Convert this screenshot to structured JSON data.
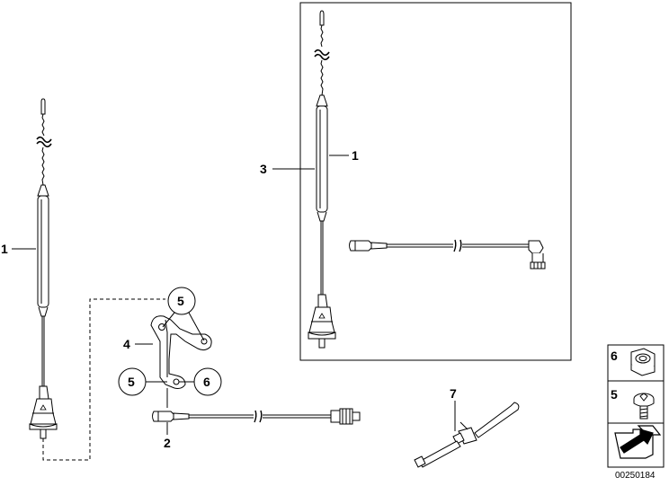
{
  "diagram": {
    "labels": {
      "left_antenna": "1",
      "kit_antenna": "1",
      "kit": "3",
      "bracket": "4",
      "bracket_screw_top": "5",
      "bracket_screw_bottom": "5",
      "bracket_nut": "6",
      "cable": "2",
      "cable_tie": "7"
    },
    "legend": {
      "nut_label": "6",
      "screw_label": "5"
    },
    "doc_number": "00250184"
  }
}
